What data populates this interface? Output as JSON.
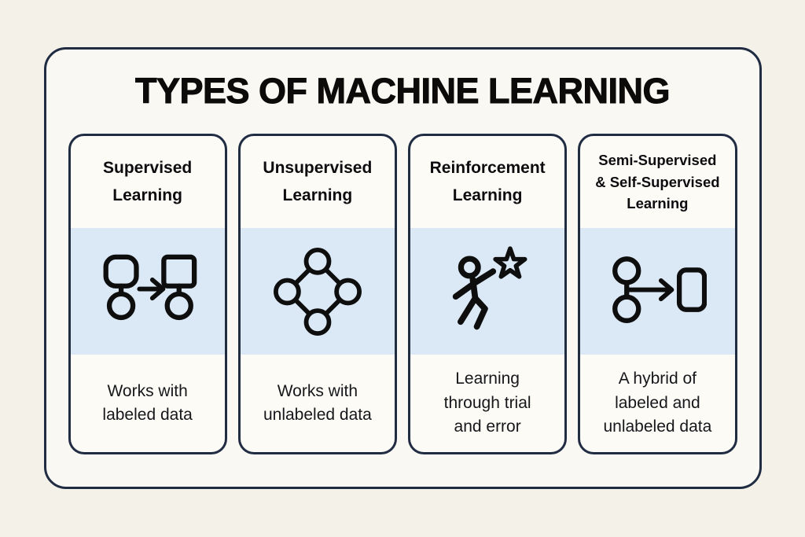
{
  "page": {
    "title": "TYPES OF MACHINE LEARNING"
  },
  "colors": {
    "page_background": "#f4f1e9",
    "frame_background": "#faf8f2",
    "card_background": "#fdfbf6",
    "icon_band": "#dbe8f5",
    "border_navy": "#202c42",
    "text_black": "#0d0d0f"
  },
  "cards": [
    {
      "title": "Supervised Learning",
      "title_lines": [
        "Supervised",
        "Learning"
      ],
      "description": "Works with labeled data",
      "description_lines": [
        "Works with",
        "labeled data"
      ],
      "icon": "labeled-data-mapping-icon"
    },
    {
      "title": "Unsupervised Learning",
      "title_lines": [
        "Unsupervised",
        "Learning"
      ],
      "description": "Works with unlabeled data",
      "description_lines": [
        "Works with",
        "unlabeled data"
      ],
      "icon": "cluster-nodes-icon"
    },
    {
      "title": "Reinforcement Learning",
      "title_lines": [
        "Reinforcement",
        "Learning"
      ],
      "description": "Learning through trial and error",
      "description_lines": [
        "Learning",
        "through trial",
        "and error"
      ],
      "icon": "person-reaching-star-icon"
    },
    {
      "title": "Semi-Supervised & Self-Supervised Learning",
      "title_lines": [
        "Semi-Supervised",
        "& Self-Supervised",
        "Learning"
      ],
      "description": "A hybrid of labeled and unlabeled data",
      "description_lines": [
        "A hybrid of",
        "labeled and",
        "unlabeled data"
      ],
      "icon": "hybrid-data-flow-icon"
    }
  ]
}
